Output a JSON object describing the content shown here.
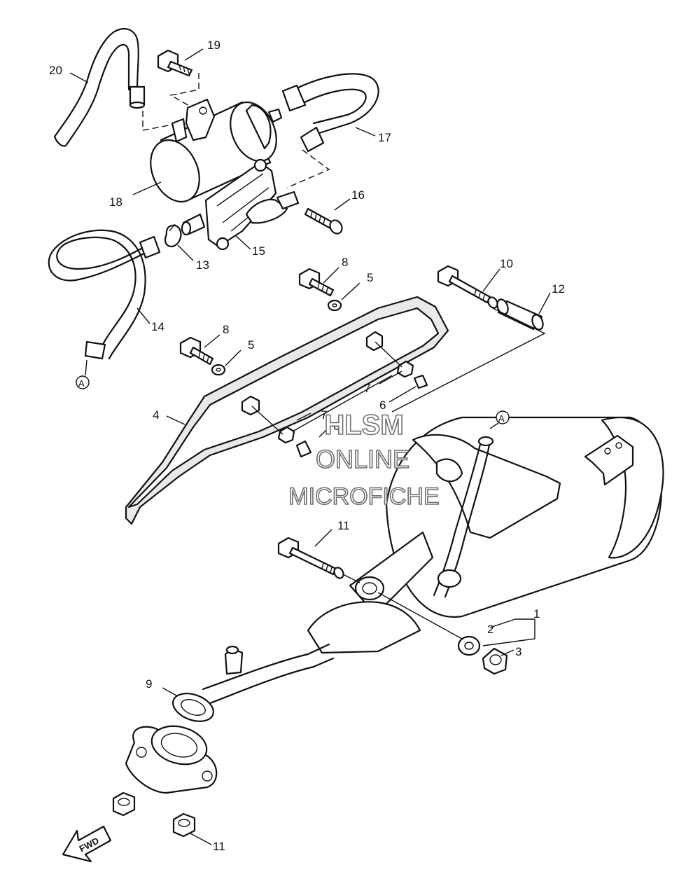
{
  "diagram": {
    "callouts": [
      {
        "id": "c1",
        "text": "1"
      },
      {
        "id": "c2",
        "text": "2"
      },
      {
        "id": "c3",
        "text": "3"
      },
      {
        "id": "c4",
        "text": "4"
      },
      {
        "id": "c5a",
        "text": "5"
      },
      {
        "id": "c5b",
        "text": "5"
      },
      {
        "id": "c6a",
        "text": "6"
      },
      {
        "id": "c6b",
        "text": "6"
      },
      {
        "id": "c7a",
        "text": "7"
      },
      {
        "id": "c7b",
        "text": "7"
      },
      {
        "id": "c8a",
        "text": "8"
      },
      {
        "id": "c8b",
        "text": "8"
      },
      {
        "id": "c9",
        "text": "9"
      },
      {
        "id": "c10",
        "text": "10"
      },
      {
        "id": "c11a",
        "text": "11"
      },
      {
        "id": "c11b",
        "text": "11"
      },
      {
        "id": "c12",
        "text": "12"
      },
      {
        "id": "c13",
        "text": "13"
      },
      {
        "id": "c14",
        "text": "14"
      },
      {
        "id": "c15",
        "text": "15"
      },
      {
        "id": "c16",
        "text": "16"
      },
      {
        "id": "c17",
        "text": "17"
      },
      {
        "id": "c18",
        "text": "18"
      },
      {
        "id": "c19",
        "text": "19"
      },
      {
        "id": "c20",
        "text": "20"
      }
    ],
    "connector_marks": [
      {
        "id": "a1",
        "text": "A"
      },
      {
        "id": "a2",
        "text": "A"
      }
    ],
    "fwd_label": "FWD"
  },
  "watermark": {
    "line1": "HLSM",
    "line2": "ONLINE",
    "line3": "MICROFICHE"
  }
}
